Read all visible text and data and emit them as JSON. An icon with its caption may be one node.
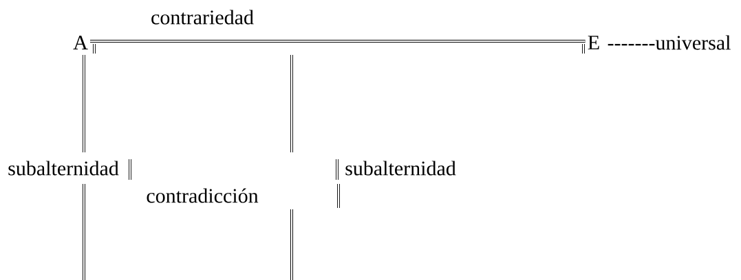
{
  "diagram": {
    "nodes": [
      {
        "text": [
          "A"
        ]
      },
      {
        "text": [
          "E"
        ],
        "beside": [
          "-------universal"
        ]
      }
    ],
    "edges": [
      {
        "from": 0,
        "to": 1,
        "arrow": "none",
        "label": "contrariedad"
      }
    ],
    "labels": [
      "subalternidad",
      "subalternidad",
      "contradicción"
    ]
  }
}
